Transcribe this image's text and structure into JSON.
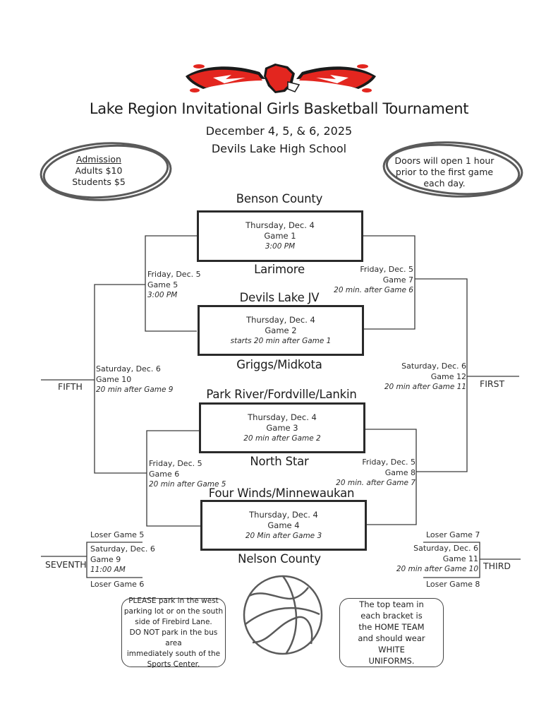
{
  "header": {
    "logo": "firebird-logo",
    "title": "Lake Region Invitational Girls Basketball Tournament",
    "dates": "December 4, 5, & 6, 2025",
    "venue": "Devils Lake High School",
    "colors": {
      "logo_red": "#e3261f",
      "logo_black": "#1a1a1a",
      "ink": "#222222",
      "oval": "#5a5a5a"
    }
  },
  "admission": {
    "heading": "Admission",
    "adults": "Adults $10",
    "students": "Students $5"
  },
  "doors": {
    "line1": "Doors will open 1 hour",
    "line2": "prior to the first game",
    "line3": "each day."
  },
  "teams": [
    "Benson County",
    "Larimore",
    "Devils Lake JV",
    "Griggs/Midkota",
    "Park River/Fordville/Lankin",
    "North Star",
    "Four Winds/Minnewaukan",
    "Nelson County"
  ],
  "first_round": [
    {
      "day": "Thursday, Dec. 4",
      "game": "Game 1",
      "time": "3:00 PM"
    },
    {
      "day": "Thursday, Dec. 4",
      "game": "Game 2",
      "time": "starts 20 min after Game 1"
    },
    {
      "day": "Thursday, Dec. 4",
      "game": "Game 3",
      "time": "20 min after Game 2"
    },
    {
      "day": "Thursday, Dec. 4",
      "game": "Game 4",
      "time": "20 Min after Game 3"
    }
  ],
  "games": {
    "g5": {
      "day": "Friday, Dec. 5",
      "game": "Game 5",
      "time": "3:00 PM"
    },
    "g6": {
      "day": "Friday, Dec. 5",
      "game": "Game 6",
      "time": "20 min after Game 5"
    },
    "g7": {
      "day": "Friday, Dec. 5",
      "game": "Game 7",
      "time": "20 min. after Game 6"
    },
    "g8": {
      "day": "Friday, Dec. 5",
      "game": "Game 8",
      "time": "20 min. after Game 7"
    },
    "g9": {
      "day": "Saturday, Dec. 6",
      "game": "Game 9",
      "time": "11:00 AM"
    },
    "g10": {
      "day": "Saturday, Dec. 6",
      "game": "Game 10",
      "time": "20 min after Game 9"
    },
    "g11": {
      "day": "Saturday, Dec. 6",
      "game": "Game 11",
      "time": "20 min after Game 10"
    },
    "g12": {
      "day": "Saturday, Dec. 6",
      "game": "Game 12",
      "time": "20 min after Game 11"
    }
  },
  "places": {
    "first": "FIRST",
    "third": "THIRD",
    "fifth": "FIFTH",
    "seventh": "SEVENTH"
  },
  "consolation": {
    "loser5": "Loser Game 5",
    "loser6": "Loser Game 6",
    "loser7": "Loser Game 7",
    "loser8": "Loser Game 8"
  },
  "notes": {
    "parking": [
      "PLEASE park in the west",
      "parking lot or on the south",
      "side of Firebird Lane.",
      "DO NOT park in the bus area",
      "immediately south of the",
      "Sports Center."
    ],
    "home_team": [
      "The top team in",
      "each bracket is",
      "the HOME TEAM",
      "and should wear",
      "WHITE",
      "UNIFORMS."
    ]
  },
  "decor": {
    "basketball": "basketball-icon"
  }
}
